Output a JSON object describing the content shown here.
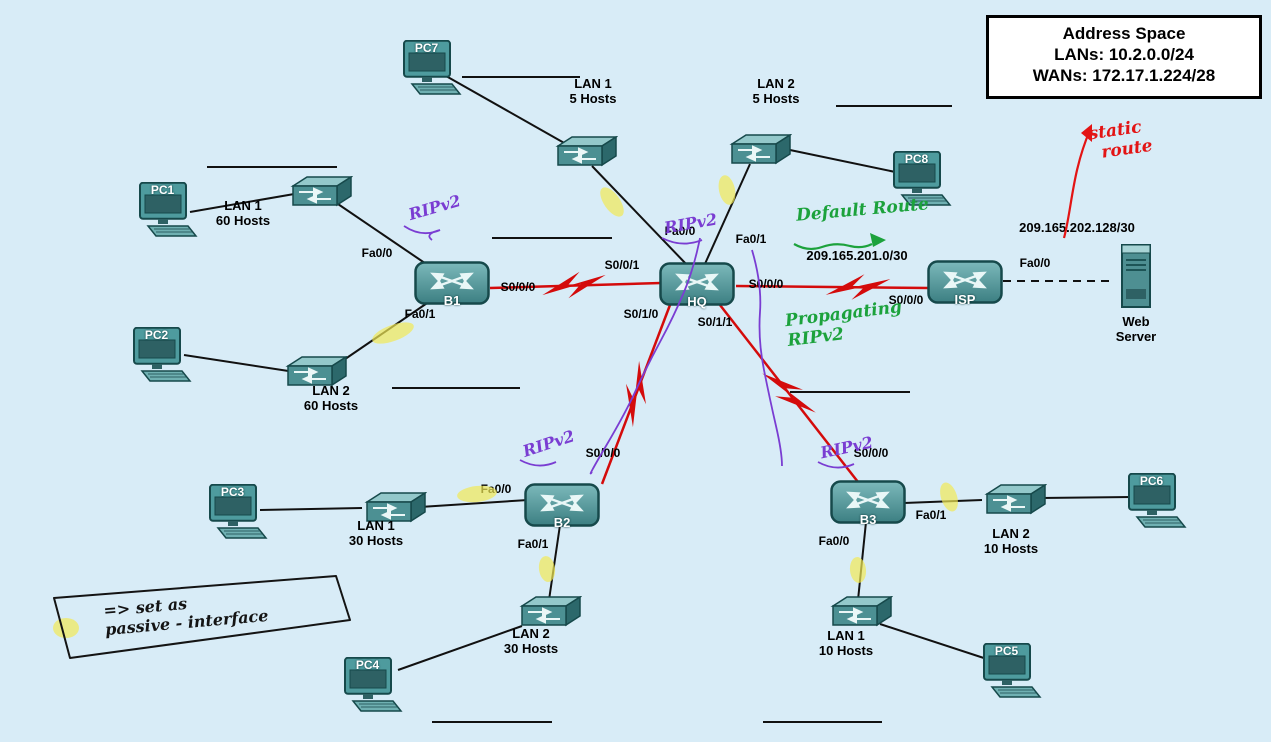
{
  "title_box": {
    "title": "Address Space",
    "lan_line": "LANs: 10.2.0.0/24",
    "wan_line": "WANs: 172.17.1.224/28"
  },
  "devices": {
    "routers": {
      "b1": "B1",
      "hq": "HQ",
      "b2": "B2",
      "b3": "B3",
      "isp": "ISP"
    },
    "pcs": {
      "pc1": "PC1",
      "pc2": "PC2",
      "pc3": "PC3",
      "pc4": "PC4",
      "pc5": "PC5",
      "pc6": "PC6",
      "pc7": "PC7",
      "pc8": "PC8"
    },
    "server": {
      "line1": "Web",
      "line2": "Server"
    }
  },
  "interfaces": {
    "b1_fa00": "Fa0/0",
    "b1_fa01": "Fa0/1",
    "b1_s000": "S0/0/0",
    "hq_fa00": "Fa0/0",
    "hq_fa01": "Fa0/1",
    "hq_s001": "S0/0/1",
    "hq_s000": "S0/0/0",
    "hq_s010": "S0/1/0",
    "hq_s011": "S0/1/1",
    "isp_s000": "S0/0/0",
    "isp_fa00": "Fa0/0",
    "b2_s000": "S0/0/0",
    "b2_fa00": "Fa0/0",
    "b2_fa01": "Fa0/1",
    "b3_s000": "S0/0/0",
    "b3_fa01": "Fa0/1",
    "b3_fa00": "Fa0/0"
  },
  "lan_labels": {
    "b1_lan1": {
      "l1": "LAN 1",
      "l2": "60 Hosts"
    },
    "b1_lan2": {
      "l1": "LAN 2",
      "l2": "60 Hosts"
    },
    "hq_lan1": {
      "l1": "LAN 1",
      "l2": "5 Hosts"
    },
    "hq_lan2": {
      "l1": "LAN 2",
      "l2": "5 Hosts"
    },
    "b2_lan1": {
      "l1": "LAN 1",
      "l2": "30 Hosts"
    },
    "b2_lan2": {
      "l1": "LAN 2",
      "l2": "30 Hosts"
    },
    "b3_lan1": {
      "l1": "LAN 1",
      "l2": "10 Hosts"
    },
    "b3_lan2": {
      "l1": "LAN 2",
      "l2": "10 Hosts"
    }
  },
  "networks": {
    "hq_isp": "209.165.201.0/30",
    "isp_lan": "209.165.202.128/30"
  },
  "annotations": {
    "ripv2": "RIPv2",
    "default_route": "Default Route",
    "propagating_l1": "Propagating",
    "propagating_l2": "RIPv2",
    "static_l1": "static",
    "static_l2": "route",
    "note_l1": "=> set as",
    "note_l2": "passive - interface"
  },
  "icons": {
    "router": "router-icon",
    "switch": "switch-icon",
    "pc": "pc-icon",
    "server": "server-icon"
  },
  "colors": {
    "background": "#d8ecf7",
    "serial_link": "#d40b0b",
    "ethernet_link": "#111111",
    "annotation_purple": "#7a3dd2",
    "annotation_green": "#1ca23c",
    "annotation_red": "#e31414",
    "highlight_yellow": "#f3ea55",
    "device_teal": "#4e9b9e"
  }
}
